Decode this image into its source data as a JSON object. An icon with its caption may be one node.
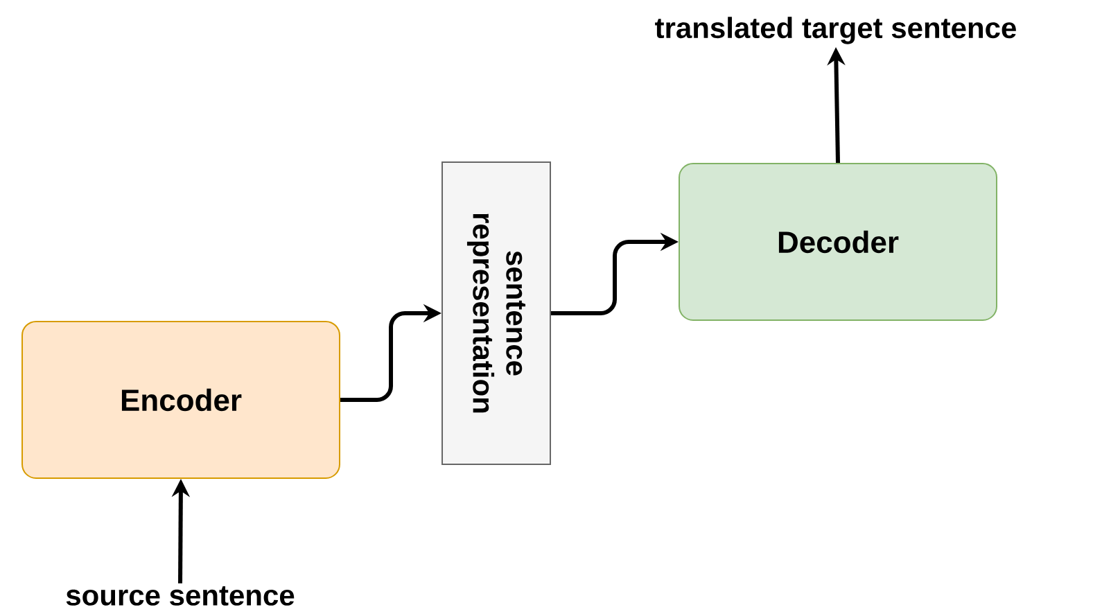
{
  "diagram": {
    "nodes": [
      {
        "text": [
          "Encoder"
        ]
      },
      {
        "text": [
          "sentence representation"
        ]
      },
      {
        "text": [
          "Decoder"
        ]
      },
      {
        "text": [
          "source sentence"
        ]
      },
      {
        "text": [
          "translated target sentence"
        ]
      }
    ],
    "edges": [
      {
        "from": 3,
        "to": 0,
        "arrow": "to"
      },
      {
        "from": 0,
        "to": 1,
        "arrow": "to"
      },
      {
        "from": 1,
        "to": 2,
        "arrow": "to"
      },
      {
        "from": 2,
        "to": 4,
        "arrow": "to"
      }
    ]
  }
}
